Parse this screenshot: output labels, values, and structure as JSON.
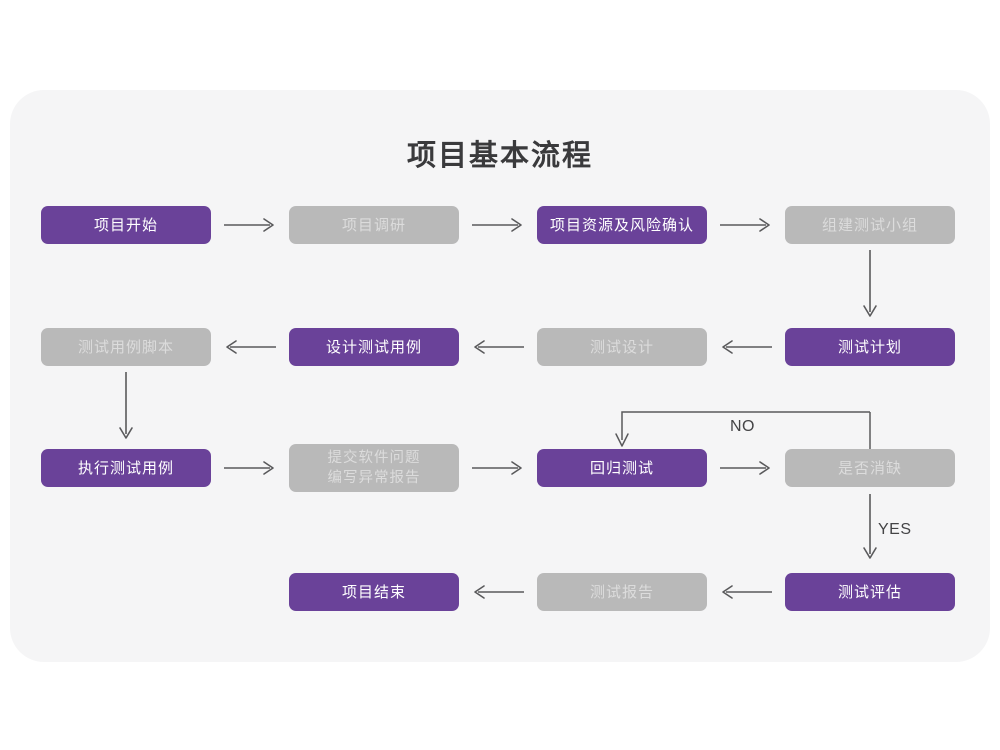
{
  "diagram": {
    "title": "项目基本流程",
    "background": "#ffffff",
    "panel_color": "#f5f5f6",
    "colors": {
      "purple": "#6a4299",
      "purple_text": "#ffffff",
      "gray": "#b9b9b9",
      "gray_text": "#dcdcdc",
      "arrow": "#5a5a5c",
      "title_text": "#3a3a3c",
      "label_text": "#444446"
    },
    "nodes": [
      {
        "id": "n1",
        "label": "项目开始",
        "style": "purple",
        "row": 1,
        "col": 1
      },
      {
        "id": "n2",
        "label": "项目调研",
        "style": "gray",
        "row": 1,
        "col": 2
      },
      {
        "id": "n3",
        "label": "项目资源及风险确认",
        "style": "purple",
        "row": 1,
        "col": 3
      },
      {
        "id": "n4",
        "label": "组建测试小组",
        "style": "gray",
        "row": 1,
        "col": 4
      },
      {
        "id": "n5",
        "label": "测试用例脚本",
        "style": "gray",
        "row": 2,
        "col": 1
      },
      {
        "id": "n6",
        "label": "设计测试用例",
        "style": "purple",
        "row": 2,
        "col": 2
      },
      {
        "id": "n7",
        "label": "测试设计",
        "style": "gray",
        "row": 2,
        "col": 3
      },
      {
        "id": "n8",
        "label": "测试计划",
        "style": "purple",
        "row": 2,
        "col": 4
      },
      {
        "id": "n9",
        "label": "执行测试用例",
        "style": "purple",
        "row": 3,
        "col": 1
      },
      {
        "id": "n10",
        "label": "提交软件问题\n编写异常报告",
        "style": "gray",
        "row": 3,
        "col": 2
      },
      {
        "id": "n11",
        "label": "回归测试",
        "style": "purple",
        "row": 3,
        "col": 3
      },
      {
        "id": "n12",
        "label": "是否消缺",
        "style": "gray",
        "row": 3,
        "col": 4
      },
      {
        "id": "n13",
        "label": "项目结束",
        "style": "purple",
        "row": 4,
        "col": 2
      },
      {
        "id": "n14",
        "label": "测试报告",
        "style": "gray",
        "row": 4,
        "col": 3
      },
      {
        "id": "n15",
        "label": "测试评估",
        "style": "purple",
        "row": 4,
        "col": 4
      }
    ],
    "edge_labels": {
      "no": "NO",
      "yes": "YES"
    },
    "edges": [
      {
        "from": "n1",
        "to": "n2",
        "dir": "right"
      },
      {
        "from": "n2",
        "to": "n3",
        "dir": "right"
      },
      {
        "from": "n3",
        "to": "n4",
        "dir": "right"
      },
      {
        "from": "n4",
        "to": "n8",
        "dir": "down"
      },
      {
        "from": "n8",
        "to": "n7",
        "dir": "left"
      },
      {
        "from": "n7",
        "to": "n6",
        "dir": "left"
      },
      {
        "from": "n6",
        "to": "n5",
        "dir": "left"
      },
      {
        "from": "n5",
        "to": "n9",
        "dir": "down"
      },
      {
        "from": "n9",
        "to": "n10",
        "dir": "right"
      },
      {
        "from": "n10",
        "to": "n11",
        "dir": "right"
      },
      {
        "from": "n11",
        "to": "n12",
        "dir": "right"
      },
      {
        "from": "n12",
        "to": "n11",
        "dir": "loop-up",
        "label": "NO"
      },
      {
        "from": "n12",
        "to": "n15",
        "dir": "down",
        "label": "YES"
      },
      {
        "from": "n15",
        "to": "n14",
        "dir": "left"
      },
      {
        "from": "n14",
        "to": "n13",
        "dir": "left"
      }
    ]
  }
}
